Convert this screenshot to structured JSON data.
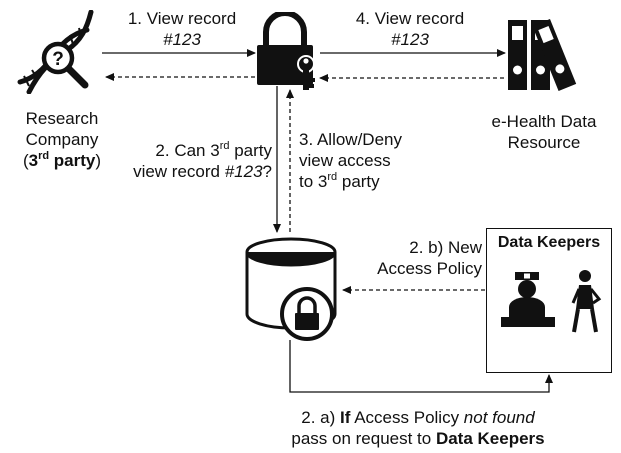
{
  "nodes": {
    "research_company": {
      "line1": "Research",
      "line2": "Company",
      "line3_open": "(",
      "line3_party_num": "3",
      "line3_party_sup": "rd",
      "line3_party_word": " party",
      "line3_close": ")"
    },
    "ehealth": {
      "line1": "e-Health Data",
      "line2": "Resource"
    },
    "data_keepers": {
      "title": "Data Keepers"
    }
  },
  "steps": {
    "s1": {
      "line1": "1. View record",
      "line2": "#123"
    },
    "s4": {
      "line1": "4. View record",
      "line2": "#123"
    },
    "s2": {
      "line1_pre": "2. Can 3",
      "line1_sup": "rd",
      "line1_post": " party",
      "line2_pre": "view record ",
      "line2_it": "#123",
      "line2_post": "?"
    },
    "s3": {
      "line1": "3. Allow/Deny",
      "line2": "view access",
      "line3_pre": "to  3",
      "line3_sup": "rd",
      "line3_post": " party"
    },
    "s2b": {
      "line1": "2. b) New",
      "line2": "Access Policy"
    },
    "s2a": {
      "line1_pre": "2. a) ",
      "line1_b": "If",
      "line1_mid": " Access Policy ",
      "line1_it": "not found",
      "line2_pre": "pass on request to ",
      "line2_b": "Data Keepers"
    }
  },
  "icons": {
    "research": "dna-magnifier-icon",
    "gateway": "padlock-key-icon",
    "ehealth": "binders-icon",
    "policy_db": "database-lock-icon",
    "keeper_nurse": "nurse-icon",
    "keeper_patient": "patient-icon"
  },
  "colors": {
    "ink": "#111111",
    "background": "#ffffff"
  }
}
